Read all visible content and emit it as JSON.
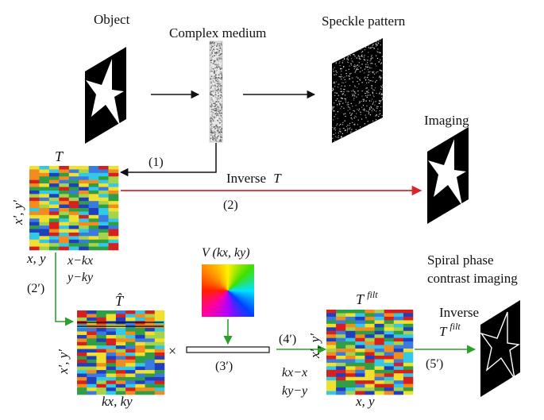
{
  "labels": {
    "object": "Object",
    "complex_medium": "Complex medium",
    "speckle_pattern": "Speckle pattern",
    "imaging": "Imaging",
    "spiral_line1": "Spiral phase",
    "spiral_line2": "contrast imaging",
    "inverse": "Inverse",
    "inverse2": "Inverse"
  },
  "symbols": {
    "T": "T",
    "T_hat": "T̂",
    "T_filt_base": "T",
    "filt": "filt",
    "x_prime_y_prime": "x′, y′",
    "x_y": "x, y",
    "kx_ky": "kx, ky",
    "x_minus_kx": "x−kx",
    "y_minus_ky": "y−ky",
    "kx_minus_x": "kx−x",
    "ky_minus_y": "ky−y",
    "V_func": "V (kx, ky)",
    "times": "×"
  },
  "steps": {
    "s1": "(1)",
    "s2": "(2)",
    "s2p": "(2′)",
    "s3p": "(3′)",
    "s4p": "(4′)",
    "s5p": "(5′)"
  },
  "colors": {
    "arrow_black": "#111111",
    "arrow_red": "#d62728",
    "arrow_green": "#2ca02c",
    "matrix_palette": [
      "#1f3fbf",
      "#3a7be0",
      "#33c9e6",
      "#2f9e44",
      "#a6d34a",
      "#f2e030",
      "#f28c1e",
      "#d62020"
    ]
  }
}
